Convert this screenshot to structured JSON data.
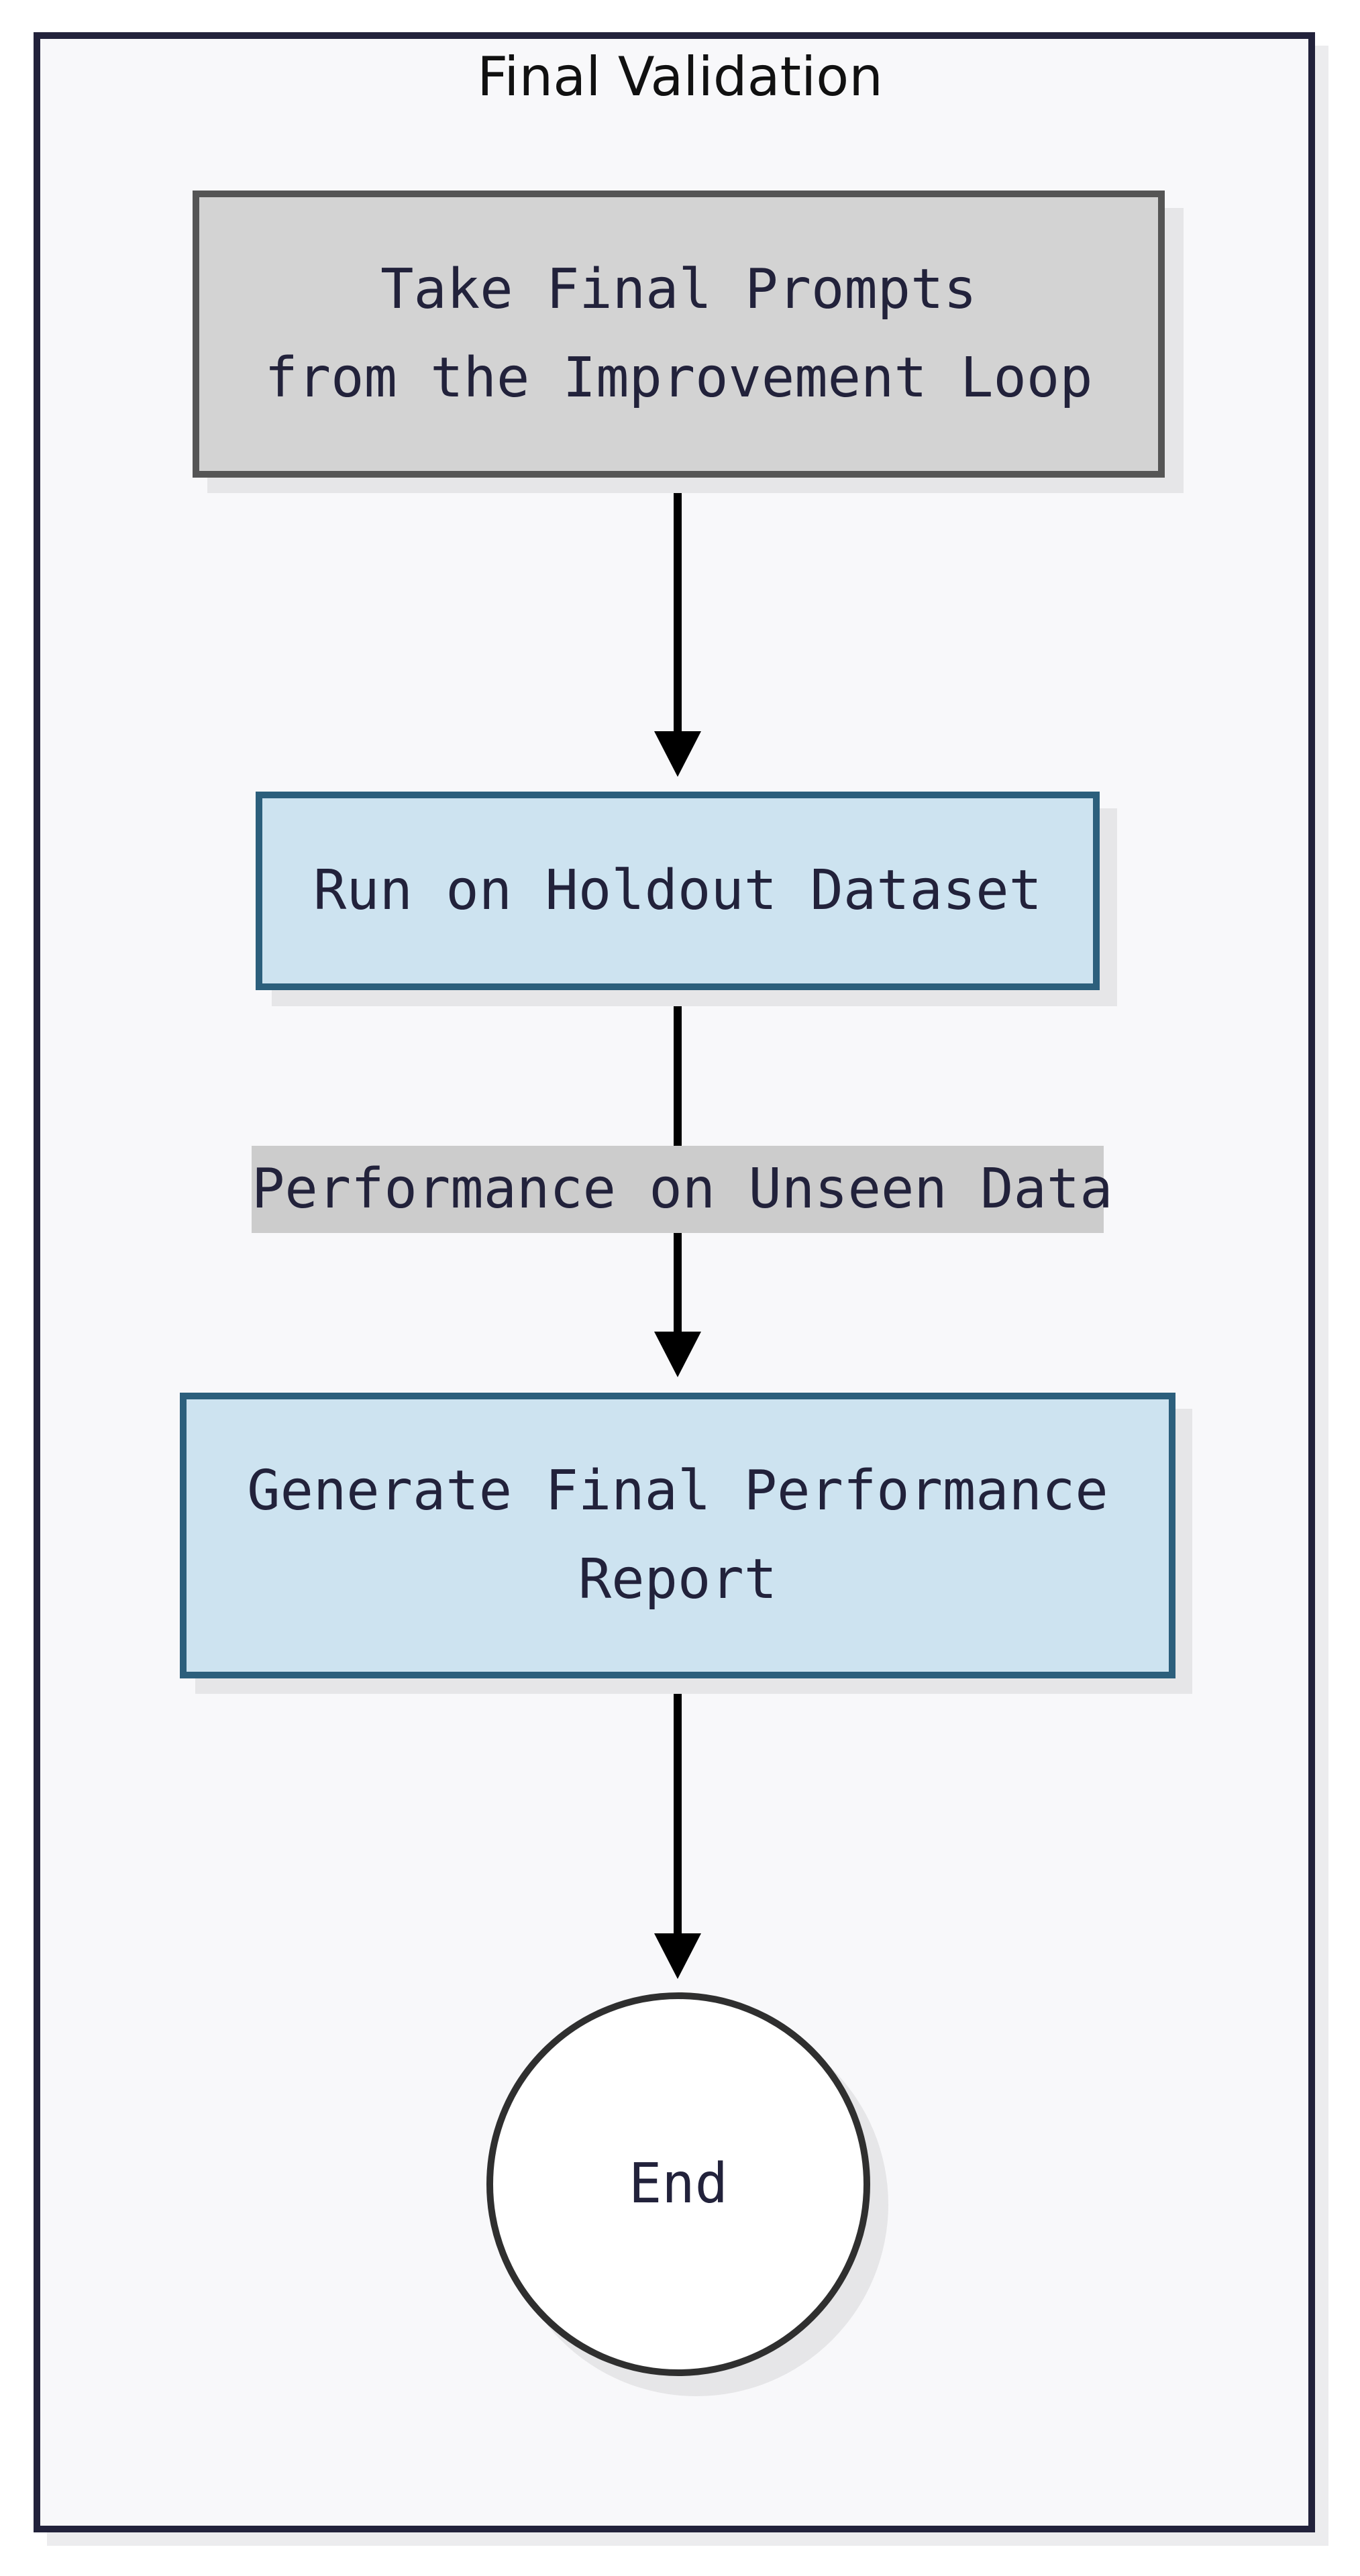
{
  "diagram": {
    "title": "Final Validation",
    "nodes": [
      {
        "id": "take-final-prompts",
        "label": "Take Final Prompts\nfrom the Improvement Loop",
        "shape": "rectangle",
        "fill": "#d3d3d3",
        "stroke": "#555555"
      },
      {
        "id": "run-holdout",
        "label": "Run on Holdout Dataset",
        "shape": "rectangle",
        "fill": "#cde3f0",
        "stroke": "#2c5f7c"
      },
      {
        "id": "generate-report",
        "label": "Generate Final Performance\nReport",
        "shape": "rectangle",
        "fill": "#cde3f0",
        "stroke": "#2c5f7c"
      },
      {
        "id": "end",
        "label": "End",
        "shape": "circle",
        "fill": "#ffffff",
        "stroke": "#2f2f2f"
      }
    ],
    "edges": [
      {
        "from": "take-final-prompts",
        "to": "run-holdout",
        "label": ""
      },
      {
        "from": "run-holdout",
        "to": "generate-report",
        "label": "Performance on Unseen Data"
      },
      {
        "from": "generate-report",
        "to": "end",
        "label": ""
      }
    ]
  }
}
